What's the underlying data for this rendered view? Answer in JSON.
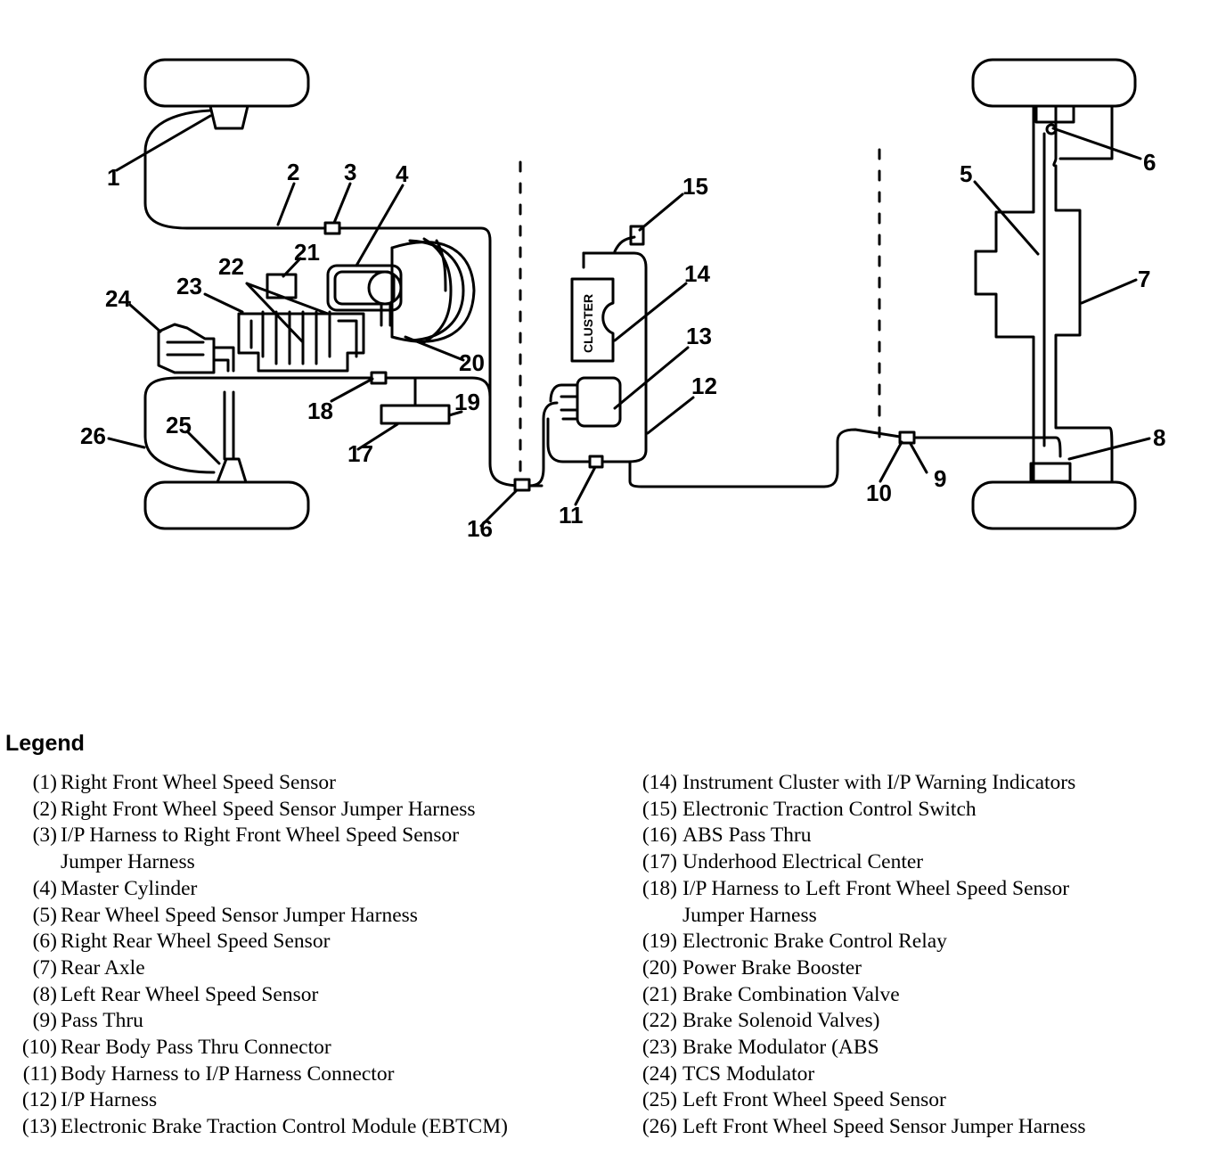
{
  "diagram": {
    "cluster_label": "CLUSTER",
    "callouts": [
      "1",
      "2",
      "3",
      "4",
      "5",
      "6",
      "7",
      "8",
      "9",
      "10",
      "11",
      "12",
      "13",
      "14",
      "15",
      "16",
      "17",
      "18",
      "19",
      "20",
      "21",
      "22",
      "23",
      "24",
      "25",
      "26"
    ]
  },
  "legend": {
    "title": "Legend",
    "left": [
      {
        "num": "(1)",
        "text": "Right Front Wheel Speed Sensor"
      },
      {
        "num": "(2)",
        "text": "Right Front Wheel Speed Sensor Jumper Harness"
      },
      {
        "num": "(3)",
        "text": "I/P Harness to Right Front Wheel Speed Sensor"
      },
      {
        "num": "",
        "text": "Jumper Harness"
      },
      {
        "num": "(4)",
        "text": "Master Cylinder"
      },
      {
        "num": "(5)",
        "text": "Rear Wheel Speed Sensor Jumper Harness"
      },
      {
        "num": "(6)",
        "text": "Right Rear Wheel Speed Sensor"
      },
      {
        "num": "(7)",
        "text": "Rear Axle"
      },
      {
        "num": "(8)",
        "text": "Left Rear Wheel Speed Sensor"
      },
      {
        "num": "(9)",
        "text": "Pass Thru"
      },
      {
        "num": "(10)",
        "text": "Rear Body Pass Thru Connector"
      },
      {
        "num": "(11)",
        "text": "Body Harness to I/P Harness Connector"
      },
      {
        "num": "(12)",
        "text": "I/P Harness"
      },
      {
        "num": "(13)",
        "text": "Electronic Brake Traction Control Module (EBTCM)"
      }
    ],
    "right": [
      {
        "num": "(14)",
        "text": "Instrument Cluster with I/P Warning Indicators"
      },
      {
        "num": "(15)",
        "text": "Electronic Traction Control Switch"
      },
      {
        "num": "(16)",
        "text": "ABS Pass Thru"
      },
      {
        "num": "(17)",
        "text": "Underhood Electrical Center"
      },
      {
        "num": "(18)",
        "text": "I/P Harness to Left Front Wheel Speed Sensor"
      },
      {
        "num": "",
        "text": "Jumper Harness"
      },
      {
        "num": "(19)",
        "text": "Electronic Brake Control Relay"
      },
      {
        "num": "(20)",
        "text": "Power Brake Booster"
      },
      {
        "num": "(21)",
        "text": "Brake Combination Valve"
      },
      {
        "num": "(22)",
        "text": "Brake Solenoid Valves)"
      },
      {
        "num": "(23)",
        "text": "Brake Modulator (ABS"
      },
      {
        "num": "(24)",
        "text": "TCS Modulator"
      },
      {
        "num": "(25)",
        "text": "Left Front Wheel Speed Sensor"
      },
      {
        "num": "(26)",
        "text": "Left Front Wheel Speed Sensor Jumper Harness"
      }
    ]
  }
}
